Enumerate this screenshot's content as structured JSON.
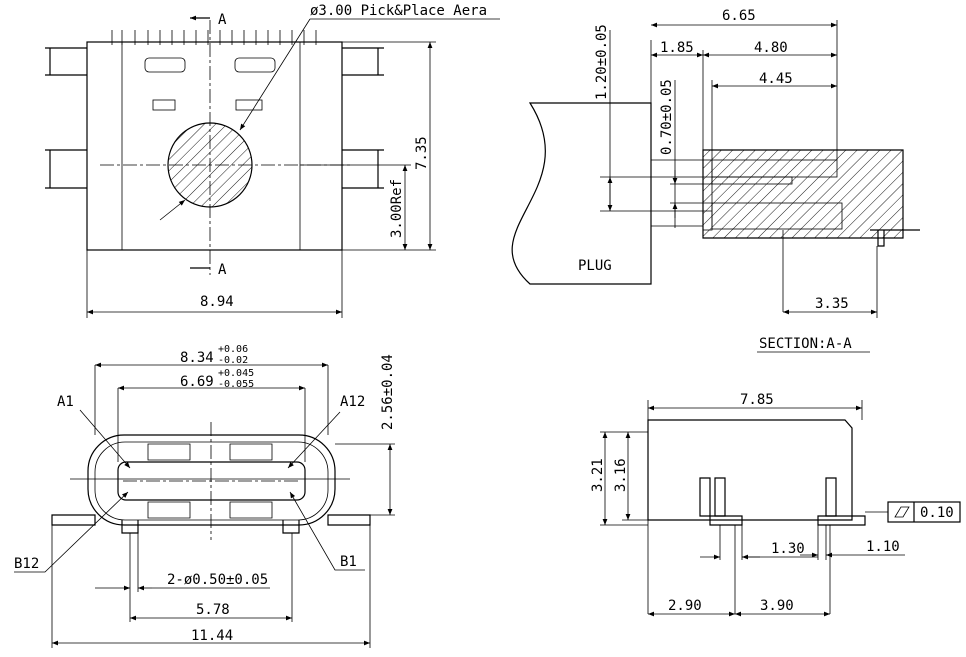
{
  "top_view": {
    "section_marker_top": "A",
    "section_marker_bottom": "A",
    "pick_place_note": "ø3.00 Pick&Place Aera",
    "dim_width": "8.94",
    "dim_height": "7.35",
    "dim_ref": "3.00Ref"
  },
  "front_view": {
    "dim_outer_base": "8.34",
    "dim_outer_tol_plus": "+0.06",
    "dim_outer_tol_minus": "-0.02",
    "dim_inner_base": "6.69",
    "dim_inner_tol_plus": "+0.045",
    "dim_inner_tol_minus": "-0.055",
    "dim_height": "2.56±0.04",
    "pin_a1": "A1",
    "pin_a12": "A12",
    "pin_b12": "B12",
    "pin_b1": "B1",
    "dim_holes": "2-ø0.50±0.05",
    "dim_hole_pitch": "5.78",
    "dim_overall": "11.44"
  },
  "section_view": {
    "dim_total": "6.65",
    "dim_front": "1.85",
    "dim_back": "4.80",
    "dim_inner": "4.45",
    "dim_v1": "1.20±0.05",
    "dim_v2": "0.70±0.05",
    "plug_label": "PLUG",
    "dim_pin": "3.35",
    "title": "SECTION:A-A"
  },
  "side_view": {
    "dim_length": "7.85",
    "dim_h1": "3.21",
    "dim_h2": "3.16",
    "flatness_symbol": "flatness",
    "flatness_value": "0.10",
    "dim_a": "1.30",
    "dim_b": "1.10",
    "dim_c": "2.90",
    "dim_d": "3.90"
  }
}
